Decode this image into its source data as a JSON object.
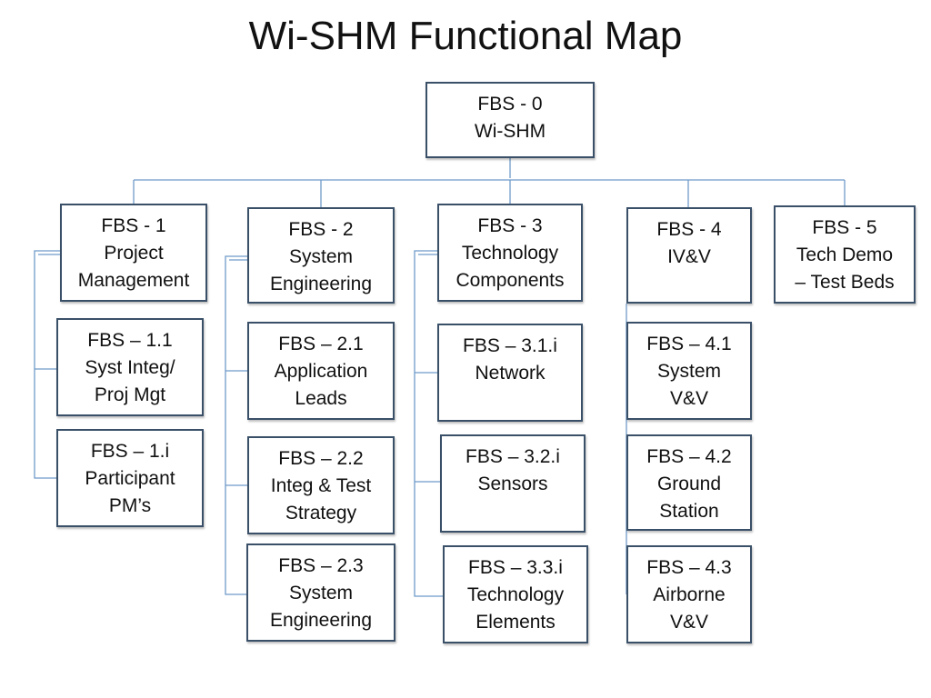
{
  "title": "Wi-SHM Functional Map",
  "colors": {
    "border": "#3a5068",
    "connector": "#6f9bc9"
  },
  "nodes": {
    "fbs0": {
      "lines": [
        "FBS - 0",
        "Wi-SHM"
      ]
    },
    "fbs1": {
      "lines": [
        "FBS - 1",
        "Project",
        "Management"
      ]
    },
    "fbs1_1": {
      "lines": [
        "FBS – 1.1",
        "Syst Integ/",
        "Proj Mgt"
      ]
    },
    "fbs1_i": {
      "lines": [
        "FBS – 1.i",
        "Participant",
        "PM’s"
      ]
    },
    "fbs2": {
      "lines": [
        "FBS - 2",
        "System",
        "Engineering"
      ]
    },
    "fbs2_1": {
      "lines": [
        "FBS – 2.1",
        "Application",
        "Leads"
      ]
    },
    "fbs2_2": {
      "lines": [
        "FBS – 2.2",
        "Integ & Test",
        "Strategy"
      ]
    },
    "fbs2_3": {
      "lines": [
        "FBS – 2.3",
        "System",
        "Engineering"
      ]
    },
    "fbs3": {
      "lines": [
        "FBS - 3",
        "Technology",
        "Components"
      ]
    },
    "fbs3_1": {
      "lines": [
        "FBS – 3.1.i",
        "Network"
      ]
    },
    "fbs3_2": {
      "lines": [
        "FBS – 3.2.i",
        "Sensors"
      ]
    },
    "fbs3_3": {
      "lines": [
        "FBS – 3.3.i",
        "Technology",
        "Elements"
      ]
    },
    "fbs4": {
      "lines": [
        "FBS - 4",
        "IV&V"
      ]
    },
    "fbs4_1": {
      "lines": [
        "FBS – 4.1",
        "System",
        "V&V"
      ]
    },
    "fbs4_2": {
      "lines": [
        "FBS – 4.2",
        "Ground",
        "Station"
      ]
    },
    "fbs4_3": {
      "lines": [
        "FBS – 4.3",
        "Airborne",
        "V&V"
      ]
    },
    "fbs5": {
      "lines": [
        "FBS - 5",
        "Tech Demo",
        "– Test Beds"
      ]
    }
  }
}
